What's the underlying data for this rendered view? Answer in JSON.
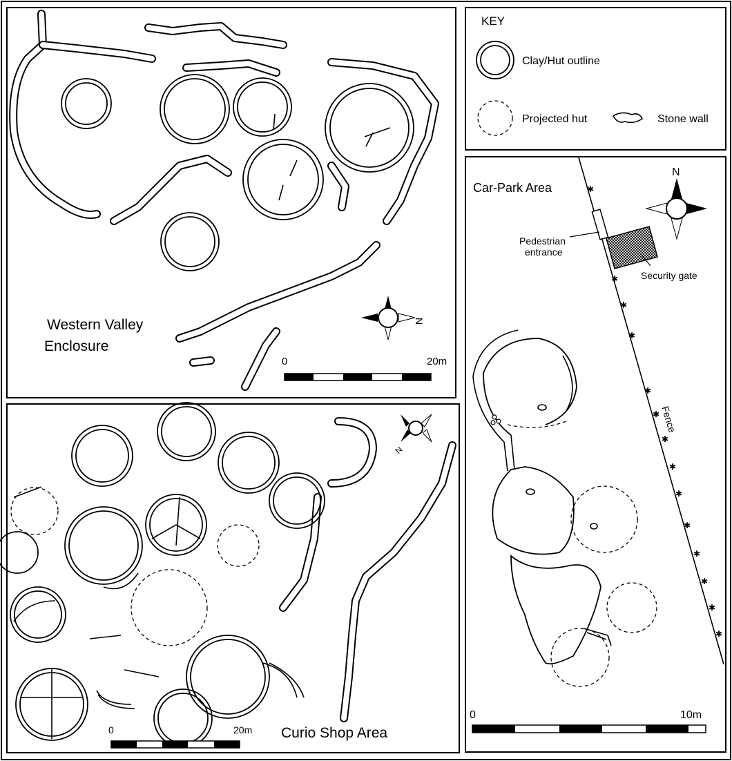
{
  "key": {
    "title": "KEY",
    "clay_hut": "Clay/Hut outline",
    "projected_hut": "Projected hut",
    "stone_wall": "Stone wall"
  },
  "western": {
    "title_line1": "Western Valley",
    "title_line2": "Enclosure",
    "scale_start": "0",
    "scale_end": "20m",
    "north": "N"
  },
  "carpark": {
    "title": "Car-Park  Area",
    "north": "N",
    "pedestrian_line1": "Pedestrian",
    "pedestrian_line2": "entrance",
    "security_gate": "Security gate",
    "fence": "Fence",
    "scale_start": "0",
    "scale_end": "10m"
  },
  "curio": {
    "title": "Curio Shop Area",
    "north": "N",
    "scale_start": "0",
    "scale_end": "20m"
  }
}
